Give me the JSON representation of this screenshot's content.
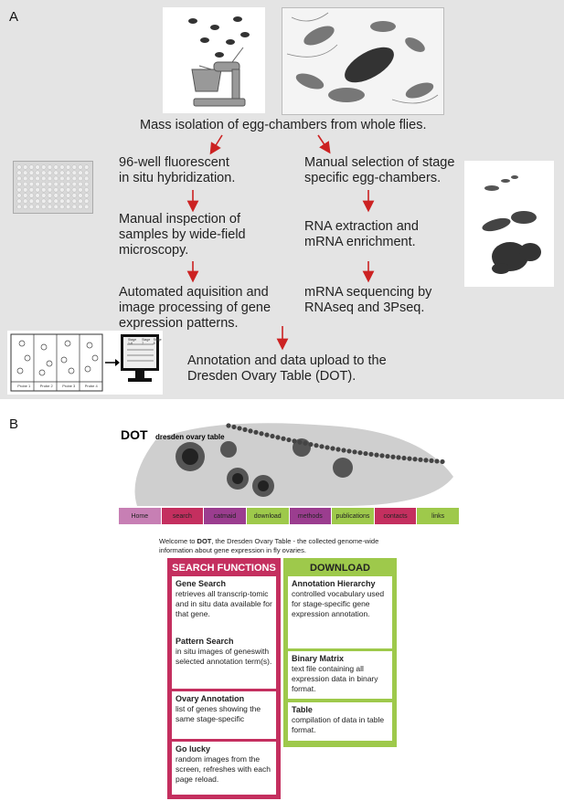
{
  "panel_a": {
    "label": "A",
    "steps": {
      "mass_isolation": "Mass isolation of egg-chambers from whole flies.",
      "fish": "96-well fluorescent\nin situ hybridization.",
      "manual_selection": "Manual selection of stage\nspecific egg-chambers.",
      "manual_inspection": "Manual inspection of\nsamples by wide-field\nmicroscopy.",
      "rna_extraction": "RNA extraction and\nmRNA enrichment.",
      "automated": "Automated aquisition and\nimage processing of gene\nexpression patterns.",
      "mrna_seq": "mRNA sequencing by\nRNAseq and 3Pseq.",
      "annotation": "Annotation and data upload to the\nDresden Ovary Table (DOT)."
    },
    "colors": {
      "arrow": "#cc2222",
      "background": "#e4e4e4"
    }
  },
  "panel_b": {
    "label": "B",
    "logo": "DOT",
    "subtitle": "dresden ovary table",
    "nav": [
      {
        "label": "Home",
        "color": "#c77fb4"
      },
      {
        "label": "search",
        "color": "#c42f5f"
      },
      {
        "label": "catmaid",
        "color": "#9b3d8f"
      },
      {
        "label": "download",
        "color": "#9ec94b"
      },
      {
        "label": "methods",
        "color": "#9b3d8f"
      },
      {
        "label": "publications",
        "color": "#9ec94b"
      },
      {
        "label": "contacts",
        "color": "#c42f5f"
      },
      {
        "label": "links",
        "color": "#9ec94b"
      }
    ],
    "welcome_prefix": "Welcome to ",
    "welcome_brand": "DOT",
    "welcome_rest": ", the Dresden Ovary Table - the collected genome-wide information about gene expression in fly ovaries.",
    "search": {
      "header": "SEARCH FUNCTIONS",
      "color": "#c42f5f",
      "items": [
        {
          "title": "Gene Search",
          "text": "retrieves all transcrip-tomic and in situ data available for that gene."
        },
        {
          "title": "Pattern Search",
          "text": "in situ images of geneswith selected annotation term(s)."
        },
        {
          "title": "Ovary Annotation",
          "text": "list of genes showing the same stage-specific"
        },
        {
          "title": "Go lucky",
          "text": "random images from the screen, refreshes with each page reload."
        }
      ]
    },
    "download": {
      "header": "DOWNLOAD",
      "color": "#9ec94b",
      "items": [
        {
          "title": "Annotation Hierarchy",
          "text": "controlled vocabulary used for stage-specific gene expression annotation."
        },
        {
          "title": "Binary Matrix",
          "text": "text file containing all expression data in binary format."
        },
        {
          "title": "Table",
          "text": "compilation of data in table format."
        }
      ]
    }
  },
  "monitor_rows": [
    "Stage 1-6",
    "Stage 7",
    "Stage 8"
  ],
  "probe_labels": [
    "Probe 1",
    "Probe 2",
    "Probe 3",
    "Probe 4"
  ]
}
